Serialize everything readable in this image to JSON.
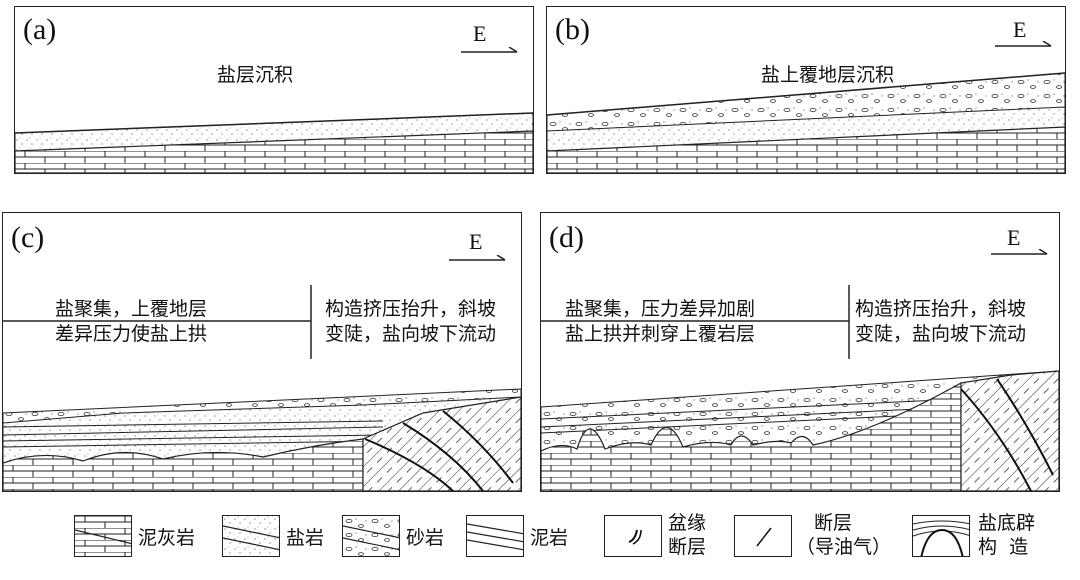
{
  "panels": [
    {
      "label": "(a)",
      "text": [
        "盐层沉积"
      ]
    },
    {
      "label": "(b)",
      "text": [
        "盐上覆地层沉积"
      ]
    },
    {
      "label": "(c)",
      "left_text": [
        "盐聚集，上覆地层",
        "差异压力使盐上拱"
      ],
      "right_text": [
        "构造挤压抬升，斜坡",
        "变陡，盐向坡下流动"
      ]
    },
    {
      "label": "(d)",
      "left_text": [
        "盐聚集，压力差异加剧",
        "盐上拱并刺穿上覆岩层"
      ],
      "right_text": [
        "构造挤压抬升，斜坡",
        "变陡，盐向坡下流动"
      ]
    }
  ],
  "direction": "E",
  "legend": [
    {
      "icon": "limestone-icon",
      "label": "泥灰岩"
    },
    {
      "icon": "salt-icon",
      "label": "盐岩"
    },
    {
      "icon": "sandstone-icon",
      "label": "砂岩"
    },
    {
      "icon": "mudstone-icon",
      "label": "泥岩"
    },
    {
      "icon": "basin-margin-fault-icon",
      "label": [
        "盆缘",
        "断层"
      ]
    },
    {
      "icon": "fault-icon",
      "label": [
        "断层",
        "（导油气）"
      ]
    },
    {
      "icon": "salt-diapir-icon",
      "label": [
        "盐底辟",
        "构  造"
      ]
    }
  ]
}
